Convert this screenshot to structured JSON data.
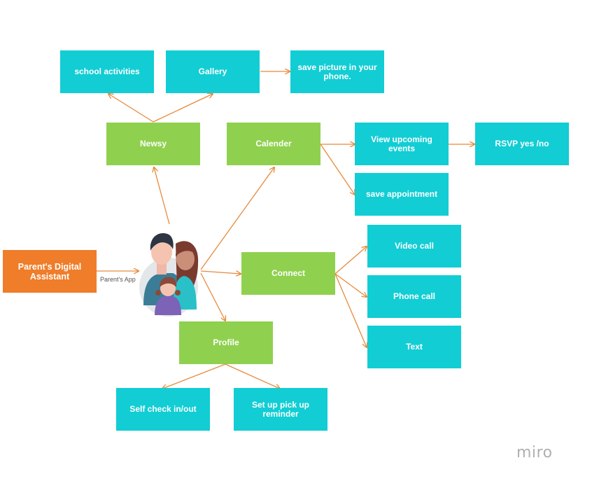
{
  "colors": {
    "cyan": "#12cdd4",
    "green": "#8fd14f",
    "orange": "#ef7d2a",
    "arrow": "#e8893a"
  },
  "nodes": {
    "school_activities": "school activities",
    "gallery": "Gallery",
    "save_picture": "save picture in your phone.",
    "newsy": "Newsy",
    "calender": "Calender",
    "view_upcoming": "View upcoming events",
    "rsvp": "RSVP yes /no",
    "save_appointment": "save appointment",
    "video_call": "Video call",
    "phone_call": "Phone call",
    "text": "Text",
    "connect": "Connect",
    "profile": "Profile",
    "self_check": "Self check in/out",
    "pickup": "Set up pick up reminder",
    "pda": "Parent's Digital Assistant"
  },
  "edge_label": "Parent's App",
  "center_icon": "family-icon",
  "watermark": "miro"
}
